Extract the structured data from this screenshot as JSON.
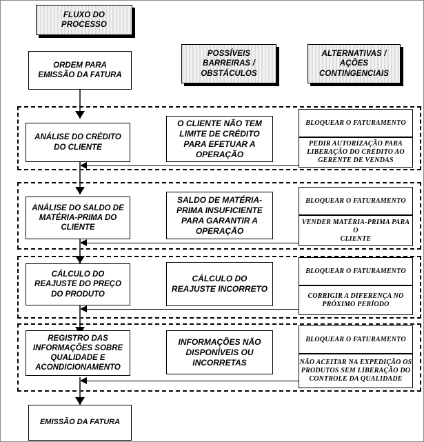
{
  "diagram": {
    "legends": [
      {
        "name": "fluxo-do-processo",
        "label": "FLUXO DO\nPROCESSO"
      },
      {
        "name": "possiveis-barreiras",
        "label": "POSSÍVEIS\nBARREIRAS /\nOBSTÁCULOS"
      },
      {
        "name": "alternativas-acoes",
        "label": "ALTERNATIVAS /\nAÇÕES\nCONTINGENCIAIS"
      }
    ],
    "start": {
      "label": "ORDEM PARA\nEMISSÃO DA FATURA"
    },
    "end": {
      "label": "EMISSÃO DA FATURA"
    },
    "stages": [
      {
        "process": "ANÁLISE DO CRÉDITO\nDO CLIENTE",
        "barrier": "O CLIENTE NÃO TEM\nLIMITE DE CRÉDITO\nPARA EFETUAR A\nOPERAÇÃO",
        "actions": [
          "BLOQUEAR O FATURAMENTO",
          "PEDIR AUTORIZAÇÃO PARA\nLIBERAÇÃO DO CRÉDITO AO\nGERENTE DE VENDAS"
        ]
      },
      {
        "process": "ANÁLISE DO SALDO DE\nMATÉRIA-PRIMA DO\nCLIENTE",
        "barrier": "SALDO DE MATÉRIA-\nPRIMA INSUFICIENTE\nPARA GARANTIR A\nOPERAÇÃO",
        "actions": [
          "BLOQUEAR O FATURAMENTO",
          "VENDER MATÉRIA-PRIMA PARA O\nCLIENTE"
        ]
      },
      {
        "process": "CÁLCULO DO\nREAJUSTE DO PREÇO\nDO PRODUTO",
        "barrier": "CÁLCULO DO\nREAJUSTE INCORRETO",
        "actions": [
          "BLOQUEAR O FATURAMENTO",
          "CORRIGIR A DIFERENÇA NO\nPRÓXIMO PERÍODO"
        ]
      },
      {
        "process": "REGISTRO DAS\nINFORMAÇÕES SOBRE\nQUALIDADE E\nACONDICIONAMENTO",
        "barrier": "INFORMAÇÕES NÃO\nDISPONÍVEIS OU\nINCORRETAS",
        "actions": [
          "BLOQUEAR O FATURAMENTO",
          "NÃO ACEITAR NA EXPEDIÇÃO OS\nPRODUTOS SEM LIBERAÇÃO DO\nCONTROLE DA QUALIDADE"
        ]
      }
    ],
    "colors": {
      "ink": "#000000",
      "legend_fill": "#e9e9e9",
      "frame": "#8a8a8a",
      "connector": "#444444"
    }
  }
}
